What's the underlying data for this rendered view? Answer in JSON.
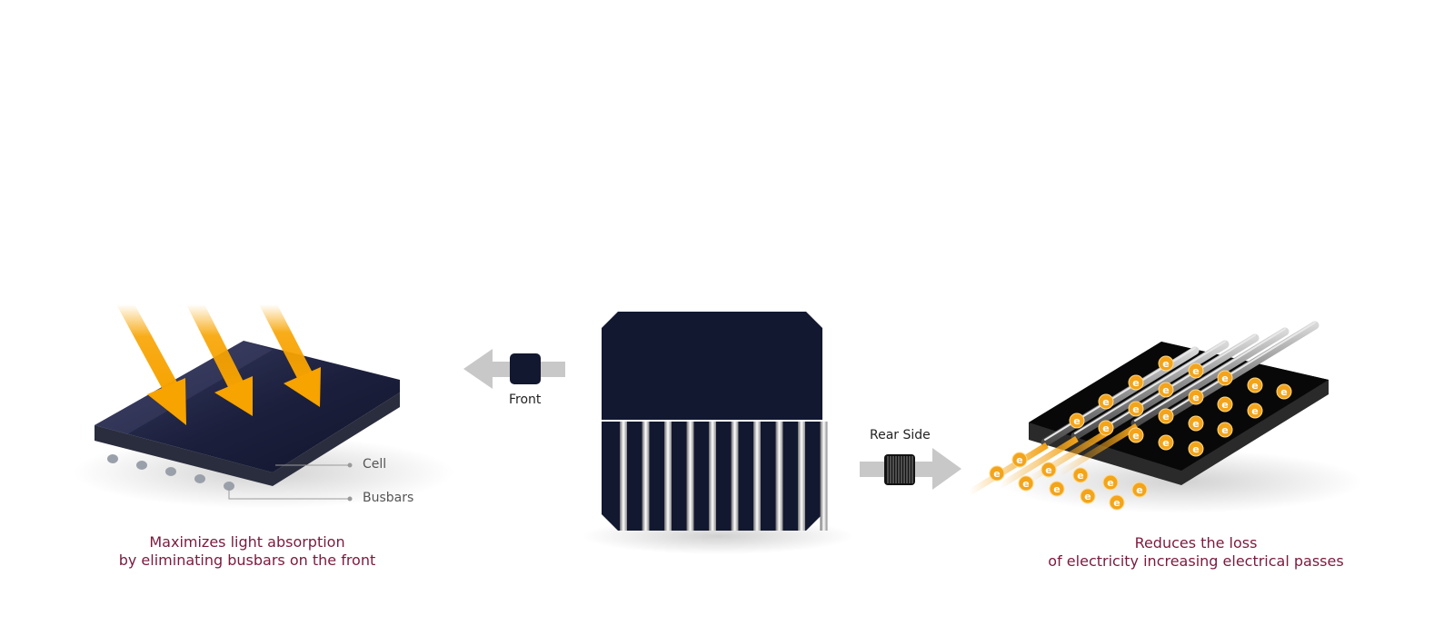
{
  "left_panel": {
    "callouts": {
      "cell": "Cell",
      "busbars": "Busbars"
    },
    "caption": {
      "line1": "Maximizes light absorption",
      "line2": "by eliminating busbars on the front"
    }
  },
  "center_panel": {
    "front_label": "Front",
    "rear_label": "Rear Side"
  },
  "right_panel": {
    "electron_symbol": "e",
    "caption": {
      "line1": "Reduces the loss",
      "line2": "of electricity increasing electrical passes"
    }
  },
  "colors": {
    "cell_navy": "#121830",
    "arrow_orange": "#f7a300",
    "electron_orange": "#f3a41b",
    "flow_arrow_gray": "#c8c8c8",
    "caption_maroon": "#7b1a3e"
  }
}
